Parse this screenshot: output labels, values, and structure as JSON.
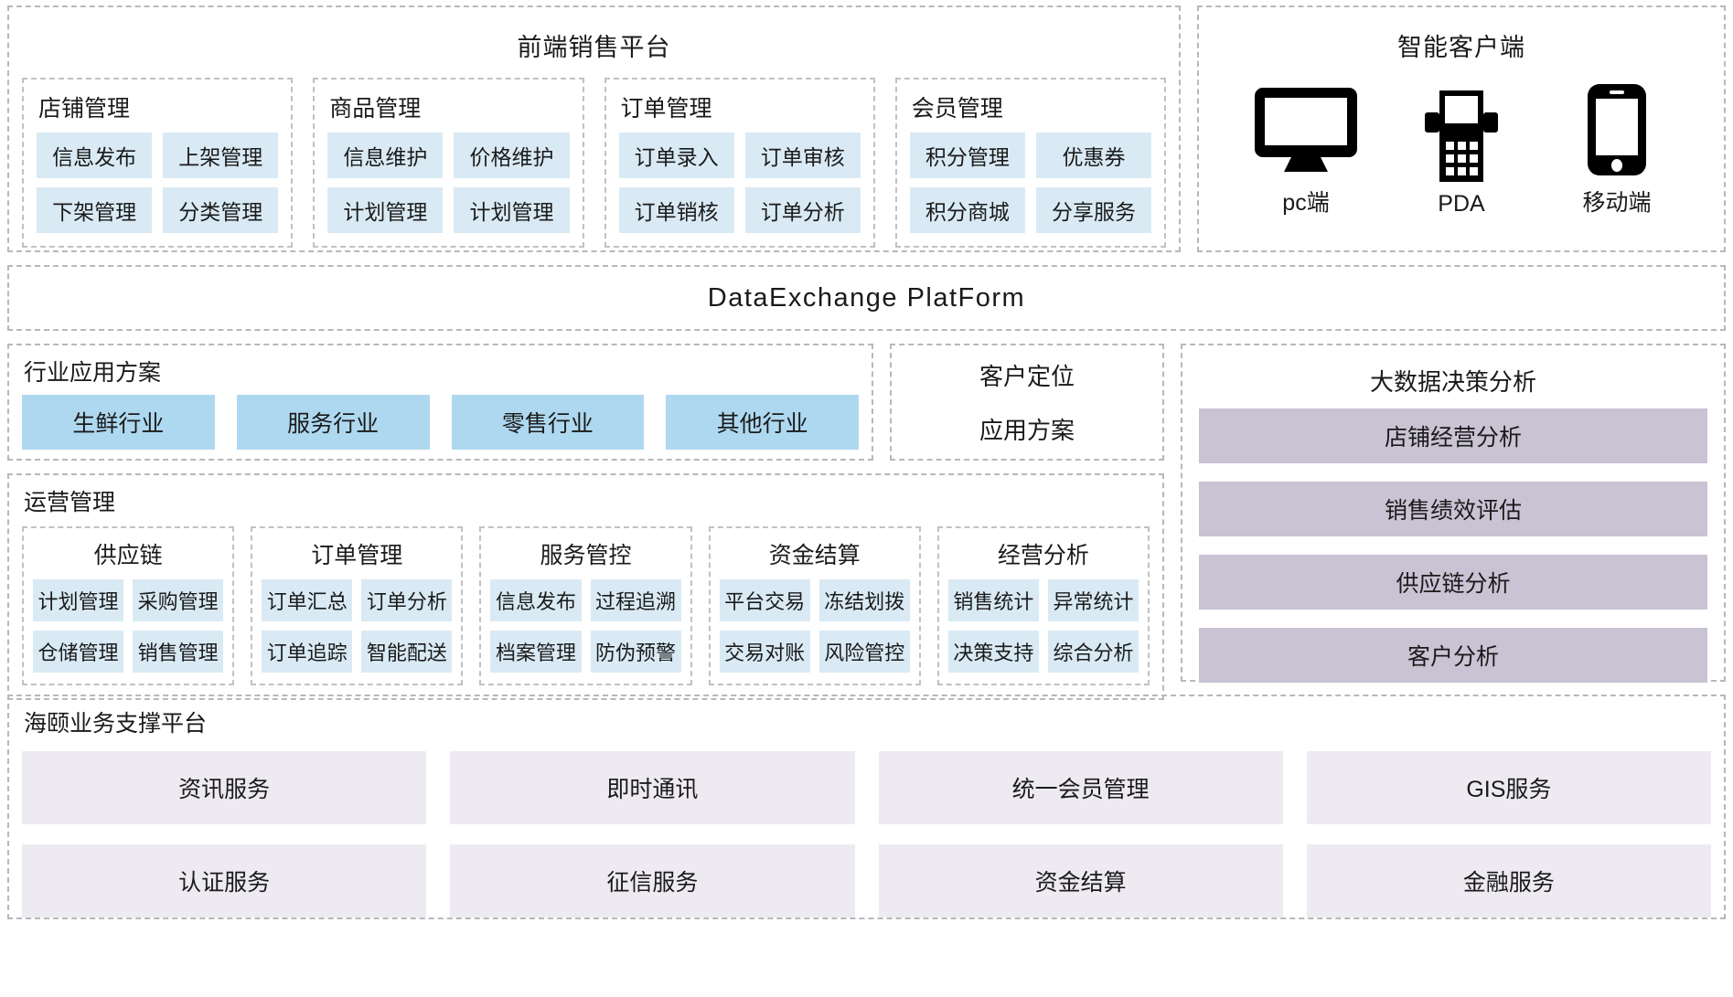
{
  "frontend": {
    "title": "前端销售平台",
    "groups": [
      {
        "title": "店铺管理",
        "items": [
          "信息发布",
          "上架管理",
          "下架管理",
          "分类管理"
        ]
      },
      {
        "title": "商品管理",
        "items": [
          "信息维护",
          "价格维护",
          "计划管理",
          "计划管理"
        ]
      },
      {
        "title": "订单管理",
        "items": [
          "订单录入",
          "订单审核",
          "订单销核",
          "订单分析"
        ]
      },
      {
        "title": "会员管理",
        "items": [
          "积分管理",
          "优惠券",
          "积分商城",
          "分享服务"
        ]
      }
    ]
  },
  "client": {
    "title": "智能客户端",
    "devices": [
      {
        "icon": "desktop-monitor-icon",
        "label": "pc端"
      },
      {
        "icon": "pda-terminal-icon",
        "label": "PDA"
      },
      {
        "icon": "mobile-phone-icon",
        "label": "移动端"
      }
    ]
  },
  "dataexchange": {
    "title": "DataExchange  PlatForm"
  },
  "industry": {
    "title": "行业应用方案",
    "items": [
      "生鲜行业",
      "服务行业",
      "零售行业",
      "其他行业"
    ]
  },
  "positioning": {
    "line1": "客户定位",
    "line2": "应用方案"
  },
  "operations": {
    "title": "运营管理",
    "groups": [
      {
        "title": "供应链",
        "items": [
          "计划管理",
          "采购管理",
          "仓储管理",
          "销售管理"
        ]
      },
      {
        "title": "订单管理",
        "items": [
          "订单汇总",
          "订单分析",
          "订单追踪",
          "智能配送"
        ]
      },
      {
        "title": "服务管控",
        "items": [
          "信息发布",
          "过程追溯",
          "档案管理",
          "防伪预警"
        ]
      },
      {
        "title": "资金结算",
        "items": [
          "平台交易",
          "冻结划拨",
          "交易对账",
          "风险管控"
        ]
      },
      {
        "title": "经营分析",
        "items": [
          "销售统计",
          "异常统计",
          "决策支持",
          "综合分析"
        ]
      }
    ]
  },
  "bigdata": {
    "title": "大数据决策分析",
    "items": [
      "店铺经营分析",
      "销售绩效评估",
      "供应链分析",
      "客户分析"
    ]
  },
  "support": {
    "title": "海颐业务支撑平台",
    "items": [
      "资讯服务",
      "即时通讯",
      "统一会员管理",
      "GIS服务",
      "认证服务",
      "征信服务",
      "资金结算",
      "金融服务"
    ]
  },
  "colors": {
    "chip_blue": "#d9eaf5",
    "industry_blue": "#aed8f0",
    "bigdata_purple": "#c9c3d4",
    "support_lavender": "#eeeaf1",
    "border_dashed": "#b8b8b8"
  }
}
